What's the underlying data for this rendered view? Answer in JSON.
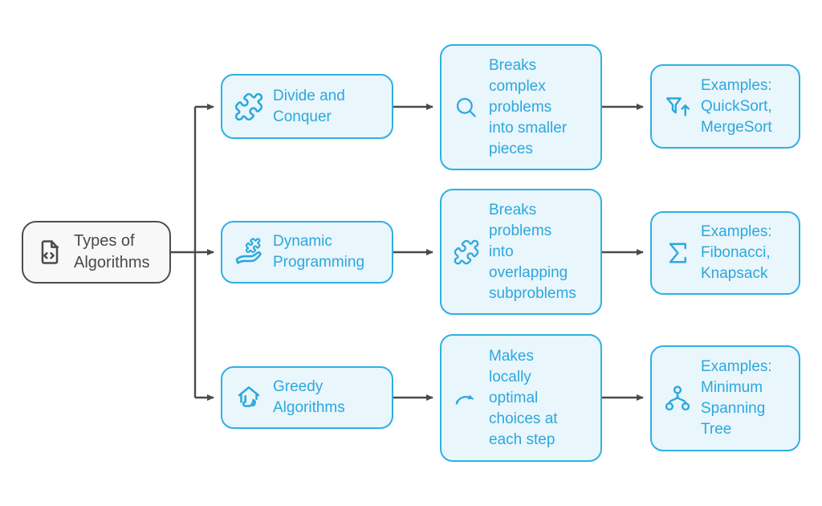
{
  "title": "Types of Algorithms diagram",
  "colors": {
    "accent_border": "#2FB0E2",
    "accent_fill": "#E9F6FC",
    "accent_text": "#2CA8DC",
    "root_border": "#4D4D4D",
    "root_fill": "#F8F8F8",
    "root_text": "#4A4A4A",
    "connector": "#4A4A4A",
    "background": "#FFFFFF"
  },
  "root": {
    "label": "Types of\nAlgorithms",
    "icon": "file-code-icon"
  },
  "rows": [
    {
      "topic": {
        "label": "Divide and\nConquer",
        "icon": "puzzle-icon"
      },
      "description": {
        "label": "Breaks\ncomplex\nproblems\ninto smaller\npieces",
        "icon": "magnifier-icon"
      },
      "examples": {
        "label": "Examples:\nQuickSort,\nMergeSort",
        "icon": "filter-up-icon"
      }
    },
    {
      "topic": {
        "label": "Dynamic\nProgramming",
        "icon": "hand-puzzle-icon"
      },
      "description": {
        "label": "Breaks\nproblems\ninto\noverlapping\nsubproblems",
        "icon": "puzzle-icon"
      },
      "examples": {
        "label": "Examples:\nFibonacci,\nKnapsack",
        "icon": "sigma-icon"
      }
    },
    {
      "topic": {
        "label": "Greedy\nAlgorithms",
        "icon": "house-hand-icon"
      },
      "description": {
        "label": "Makes\nlocally\noptimal\nchoices at\neach step",
        "icon": "curved-arrow-icon"
      },
      "examples": {
        "label": "Examples:\nMinimum\nSpanning\nTree",
        "icon": "tree-icon"
      }
    }
  ]
}
